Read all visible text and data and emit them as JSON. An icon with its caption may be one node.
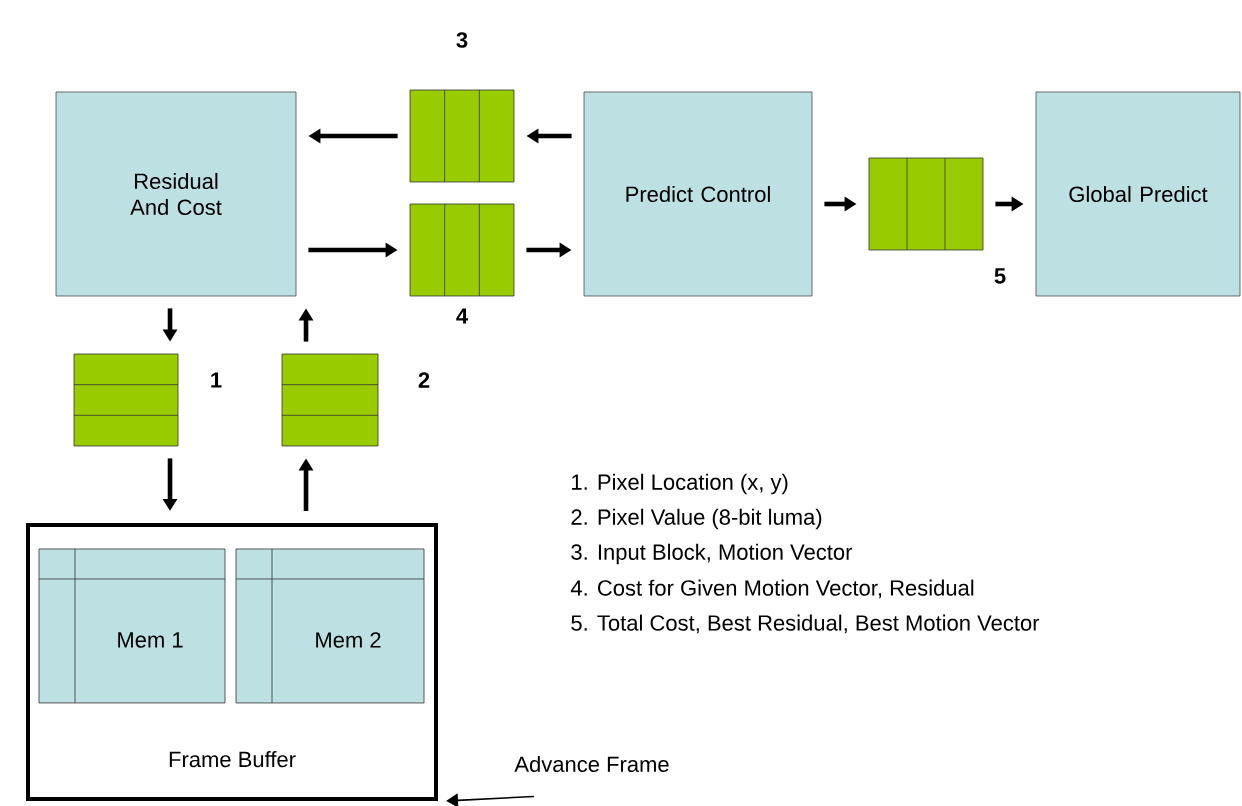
{
  "diagram": {
    "nodes": [
      {
        "text": [
          "Residual And Cost"
        ]
      },
      {
        "text": [
          "Predict Control"
        ]
      },
      {
        "text": [
          "Global Predict"
        ]
      },
      {
        "text": [],
        "shape": "box",
        "beside": [
          "3"
        ]
      },
      {
        "text": [],
        "shape": "box",
        "beside": [
          "4"
        ]
      },
      {
        "text": [],
        "shape": "box",
        "beside": [
          "5"
        ]
      },
      {
        "text": [],
        "shape": "box",
        "beside": [
          "1"
        ]
      },
      {
        "text": [],
        "shape": "box",
        "beside": [
          "2"
        ]
      },
      {
        "text": [
          "Frame Buffer"
        ]
      },
      {
        "text": [
          "Mem 1"
        ],
        "in": 8
      },
      {
        "text": [
          "Mem 2"
        ],
        "in": 8
      },
      {
        "text": [
          "Advance Frame"
        ]
      }
    ],
    "edges": [
      {
        "from": 0,
        "to": 6,
        "arrow": "to"
      },
      {
        "from": 6,
        "to": 8,
        "arrow": "to"
      },
      {
        "from": 8,
        "to": 7,
        "arrow": "to"
      },
      {
        "from": 7,
        "to": 0,
        "arrow": "to"
      },
      {
        "from": 1,
        "to": 3,
        "arrow": "to"
      },
      {
        "from": 3,
        "to": 0,
        "arrow": "to"
      },
      {
        "from": 0,
        "to": 4,
        "arrow": "to"
      },
      {
        "from": 4,
        "to": 1,
        "arrow": "to"
      },
      {
        "from": 1,
        "to": 5,
        "arrow": "to"
      },
      {
        "from": 5,
        "to": 2,
        "arrow": "to"
      },
      {
        "from": 11,
        "to": 8,
        "arrow": "to"
      }
    ],
    "labels": [
      "1. Pixel Location (x, y)",
      "2. Pixel Value (8-bit luma)",
      "3. Input Block, Motion Vector",
      "4. Cost for Given Motion Vector, Residual",
      "5. Total Cost, Best Residual, Best Motion Vector"
    ]
  }
}
